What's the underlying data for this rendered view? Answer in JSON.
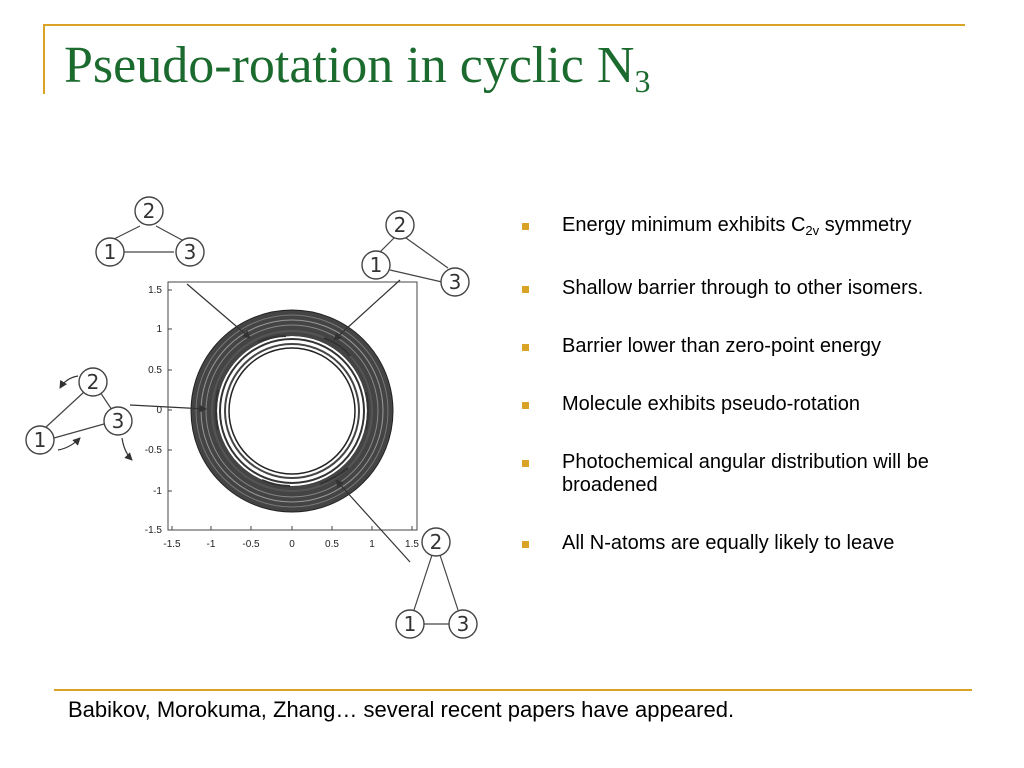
{
  "colors": {
    "accent_gold": "#d9a425",
    "title_green": "#1b6b2f",
    "contour": "#555555"
  },
  "title": {
    "text": "Pseudo-rotation in cyclic N",
    "subscript": "3"
  },
  "figure": {
    "x_ticks": [
      "-1.5",
      "-1",
      "-0.5",
      "0",
      "0.5",
      "1",
      "1.5"
    ],
    "y_ticks": [
      "1.5",
      "1",
      "0.5",
      "0",
      "-0.5",
      "-1",
      "-1.5"
    ],
    "molecules": [
      {
        "atom_a": "2",
        "atom_b": "1",
        "atom_c": "3"
      },
      {
        "atom_a": "2",
        "atom_b": "1",
        "atom_c": "3"
      },
      {
        "atom_a": "2",
        "atom_b": "1",
        "atom_c": "3"
      },
      {
        "atom_a": "2",
        "atom_b": "1",
        "atom_c": "3"
      }
    ]
  },
  "bullets": [
    {
      "text": "Energy minimum exhibits C",
      "subscript": "2v",
      "suffix": " symmetry"
    },
    {
      "text": "Shallow barrier through to other isomers."
    },
    {
      "text": "Barrier lower than zero-point energy"
    },
    {
      "text": "Molecule exhibits pseudo-rotation"
    },
    {
      "text": "Photochemical angular distribution will be broadened"
    },
    {
      "text": "All N-atoms are equally likely to leave"
    }
  ],
  "footer": "Babikov, Morokuma, Zhang… several recent papers have appeared."
}
